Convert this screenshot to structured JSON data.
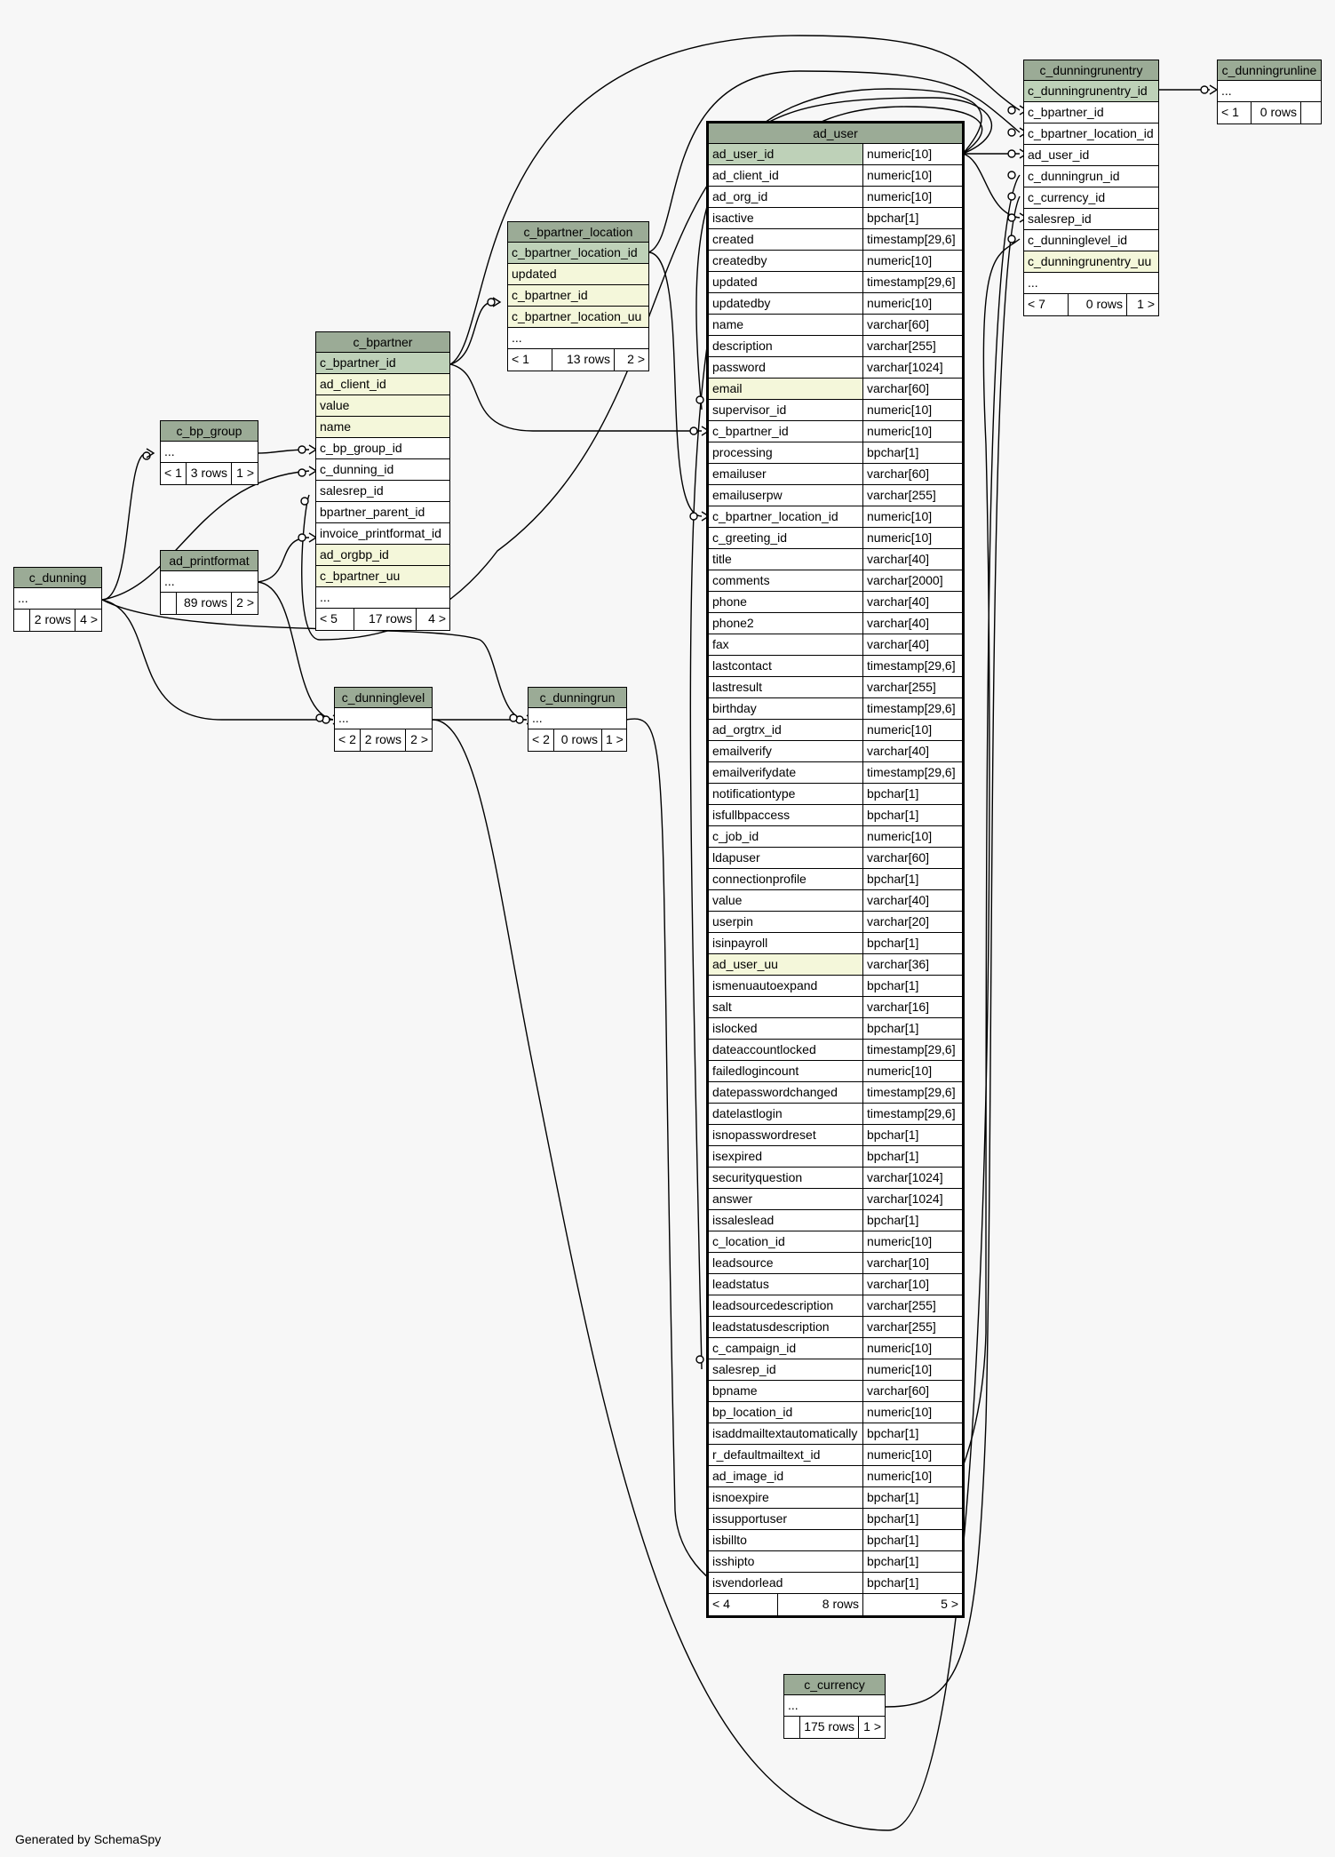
{
  "credit": "Generated by SchemaSpy",
  "tables": {
    "c_dunningrunentry": {
      "title": "c_dunningrunentry",
      "rows": [
        "c_dunningrunentry_id",
        "c_bpartner_id",
        "c_bpartner_location_id",
        "ad_user_id",
        "c_dunningrun_id",
        "c_currency_id",
        "salesrep_id",
        "c_dunninglevel_id",
        "c_dunningrunentry_uu",
        "..."
      ],
      "footer": [
        "< 7",
        "0 rows",
        "1 >"
      ]
    },
    "c_dunningrunline": {
      "title": "c_dunningrunline",
      "rows": [
        "..."
      ],
      "footer": [
        "< 1",
        "0 rows",
        ""
      ]
    },
    "ad_user": {
      "title": "ad_user",
      "columns": [
        [
          "ad_user_id",
          "numeric[10]"
        ],
        [
          "ad_client_id",
          "numeric[10]"
        ],
        [
          "ad_org_id",
          "numeric[10]"
        ],
        [
          "isactive",
          "bpchar[1]"
        ],
        [
          "created",
          "timestamp[29,6]"
        ],
        [
          "createdby",
          "numeric[10]"
        ],
        [
          "updated",
          "timestamp[29,6]"
        ],
        [
          "updatedby",
          "numeric[10]"
        ],
        [
          "name",
          "varchar[60]"
        ],
        [
          "description",
          "varchar[255]"
        ],
        [
          "password",
          "varchar[1024]"
        ],
        [
          "email",
          "varchar[60]"
        ],
        [
          "supervisor_id",
          "numeric[10]"
        ],
        [
          "c_bpartner_id",
          "numeric[10]"
        ],
        [
          "processing",
          "bpchar[1]"
        ],
        [
          "emailuser",
          "varchar[60]"
        ],
        [
          "emailuserpw",
          "varchar[255]"
        ],
        [
          "c_bpartner_location_id",
          "numeric[10]"
        ],
        [
          "c_greeting_id",
          "numeric[10]"
        ],
        [
          "title",
          "varchar[40]"
        ],
        [
          "comments",
          "varchar[2000]"
        ],
        [
          "phone",
          "varchar[40]"
        ],
        [
          "phone2",
          "varchar[40]"
        ],
        [
          "fax",
          "varchar[40]"
        ],
        [
          "lastcontact",
          "timestamp[29,6]"
        ],
        [
          "lastresult",
          "varchar[255]"
        ],
        [
          "birthday",
          "timestamp[29,6]"
        ],
        [
          "ad_orgtrx_id",
          "numeric[10]"
        ],
        [
          "emailverify",
          "varchar[40]"
        ],
        [
          "emailverifydate",
          "timestamp[29,6]"
        ],
        [
          "notificationtype",
          "bpchar[1]"
        ],
        [
          "isfullbpaccess",
          "bpchar[1]"
        ],
        [
          "c_job_id",
          "numeric[10]"
        ],
        [
          "ldapuser",
          "varchar[60]"
        ],
        [
          "connectionprofile",
          "bpchar[1]"
        ],
        [
          "value",
          "varchar[40]"
        ],
        [
          "userpin",
          "varchar[20]"
        ],
        [
          "isinpayroll",
          "bpchar[1]"
        ],
        [
          "ad_user_uu",
          "varchar[36]"
        ],
        [
          "ismenuautoexpand",
          "bpchar[1]"
        ],
        [
          "salt",
          "varchar[16]"
        ],
        [
          "islocked",
          "bpchar[1]"
        ],
        [
          "dateaccountlocked",
          "timestamp[29,6]"
        ],
        [
          "failedlogincount",
          "numeric[10]"
        ],
        [
          "datepasswordchanged",
          "timestamp[29,6]"
        ],
        [
          "datelastlogin",
          "timestamp[29,6]"
        ],
        [
          "isnopasswordreset",
          "bpchar[1]"
        ],
        [
          "isexpired",
          "bpchar[1]"
        ],
        [
          "securityquestion",
          "varchar[1024]"
        ],
        [
          "answer",
          "varchar[1024]"
        ],
        [
          "issaleslead",
          "bpchar[1]"
        ],
        [
          "c_location_id",
          "numeric[10]"
        ],
        [
          "leadsource",
          "varchar[10]"
        ],
        [
          "leadstatus",
          "varchar[10]"
        ],
        [
          "leadsourcedescription",
          "varchar[255]"
        ],
        [
          "leadstatusdescription",
          "varchar[255]"
        ],
        [
          "c_campaign_id",
          "numeric[10]"
        ],
        [
          "salesrep_id",
          "numeric[10]"
        ],
        [
          "bpname",
          "varchar[60]"
        ],
        [
          "bp_location_id",
          "numeric[10]"
        ],
        [
          "isaddmailtextautomatically",
          "bpchar[1]"
        ],
        [
          "r_defaultmailtext_id",
          "numeric[10]"
        ],
        [
          "ad_image_id",
          "numeric[10]"
        ],
        [
          "isnoexpire",
          "bpchar[1]"
        ],
        [
          "issupportuser",
          "bpchar[1]"
        ],
        [
          "isbillto",
          "bpchar[1]"
        ],
        [
          "isshipto",
          "bpchar[1]"
        ],
        [
          "isvendorlead",
          "bpchar[1]"
        ]
      ],
      "footer": [
        "< 4",
        "8 rows",
        "5 >"
      ]
    },
    "c_bpartner_location": {
      "title": "c_bpartner_location",
      "rows": [
        "c_bpartner_location_id",
        "updated",
        "c_bpartner_id",
        "c_bpartner_location_uu",
        "..."
      ],
      "footer": [
        "< 1",
        "13 rows",
        "2 >"
      ]
    },
    "c_bpartner": {
      "title": "c_bpartner",
      "rows": [
        "c_bpartner_id",
        "ad_client_id",
        "value",
        "name",
        "c_bp_group_id",
        "c_dunning_id",
        "salesrep_id",
        "bpartner_parent_id",
        "invoice_printformat_id",
        "ad_orgbp_id",
        "c_bpartner_uu",
        "..."
      ],
      "footer": [
        "< 5",
        "17 rows",
        "4 >"
      ]
    },
    "c_bp_group": {
      "title": "c_bp_group",
      "rows": [
        "..."
      ],
      "footer": [
        "< 1",
        "3 rows",
        "1 >"
      ]
    },
    "ad_printformat": {
      "title": "ad_printformat",
      "rows": [
        "..."
      ],
      "footer": [
        "",
        "89 rows",
        "2 >"
      ]
    },
    "c_dunning": {
      "title": "c_dunning",
      "rows": [
        "..."
      ],
      "footer": [
        "",
        "2 rows",
        "4 >"
      ]
    },
    "c_dunninglevel": {
      "title": "c_dunninglevel",
      "rows": [
        "..."
      ],
      "footer": [
        "< 2",
        "2 rows",
        "2 >"
      ]
    },
    "c_dunningrun": {
      "title": "c_dunningrun",
      "rows": [
        "..."
      ],
      "footer": [
        "< 2",
        "0 rows",
        "1 >"
      ]
    },
    "c_currency": {
      "title": "c_currency",
      "rows": [
        "..."
      ],
      "footer": [
        "",
        "175 rows",
        "1 >"
      ]
    }
  }
}
